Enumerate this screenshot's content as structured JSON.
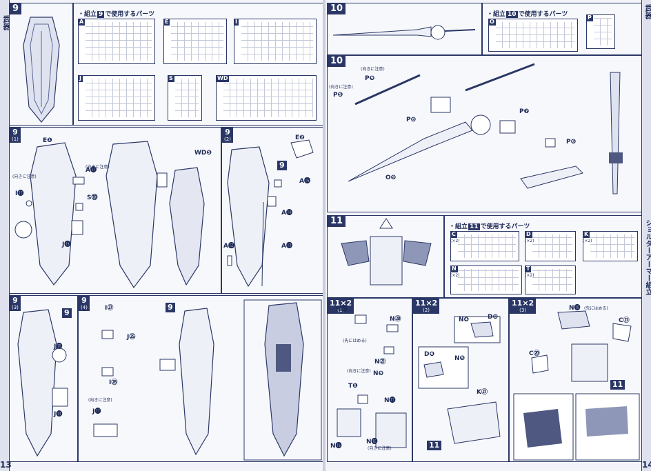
{
  "side_tabs": {
    "left": "武器",
    "right_top": "武器",
    "right_bottom": "ショルダーアーマー組立"
  },
  "page_numbers": {
    "left": "13",
    "right": "14"
  },
  "steps": {
    "s9": {
      "no": "9",
      "header_prefix": "・組立",
      "header_step": "9",
      "header_suffix": "で使用するパーツ"
    },
    "s9_1": {
      "no": "9",
      "sub": "(1)"
    },
    "s9_2": {
      "no": "9",
      "sub": "(2)"
    },
    "s9_3": {
      "no": "9",
      "sub": "(3)"
    },
    "s9_4": {
      "no": "9",
      "sub": "(4)"
    },
    "s10a": {
      "no": "10",
      "header_prefix": "・組立",
      "header_step": "10",
      "header_suffix": "で使用するパーツ"
    },
    "s10b": {
      "no": "10"
    },
    "s11": {
      "no": "11",
      "header_prefix": "・組立",
      "header_step": "11",
      "header_suffix": "で使用するパーツ"
    },
    "s11_1": {
      "no": "11",
      "mult": "×2",
      "sub": "(1)"
    },
    "s11_2": {
      "no": "11",
      "mult": "×2",
      "sub": "(2)"
    },
    "s11_3": {
      "no": "11",
      "mult": "×2",
      "sub": "(3)"
    }
  },
  "runners_9": [
    "A",
    "E",
    "I",
    "J",
    "S",
    "WD"
  ],
  "runners_10": [
    "O",
    "P"
  ],
  "runners_11": [
    {
      "label": "C",
      "qty": "(×2)"
    },
    {
      "label": "D",
      "qty": "(×2)"
    },
    {
      "label": "K",
      "qty": "(×2)"
    },
    {
      "label": "N",
      "qty": "(×2)"
    },
    {
      "label": "T",
      "qty": "(×2)"
    }
  ],
  "callouts": {
    "e1": "E❶",
    "a11": "A⓫",
    "s10": "S⓾",
    "i17": "I⓱",
    "j15": "J⓯",
    "wd5": "WD❺",
    "e2": "E❷",
    "a15": "A⓯",
    "a14": "A⓮",
    "a12": "A⓬",
    "a13": "A⓭",
    "step9": "9",
    "j18": "J⓲",
    "j14": "J⓮",
    "i27": "I㉗",
    "j25": "J㉕",
    "i26": "I㉖",
    "j17": "J⓱",
    "p9": "P❾",
    "p5": "P❺",
    "p8": "P❽",
    "p7": "P❼",
    "p6": "P❻",
    "o9": "O❾",
    "n19": "N⓳",
    "n20": "N⑳",
    "n21": "N㉑",
    "n9": "N❾",
    "t1": "T❶",
    "n17": "N⓱",
    "n15": "N⓯",
    "n16": "N⓰",
    "n4": "N❹",
    "d8": "D❽",
    "d6": "D❻",
    "n5": "N❺",
    "k27": "K㉗",
    "n18": "N⓲",
    "c21": "C㉑",
    "c20": "C⑳",
    "step11": "11"
  },
  "notes": {
    "orient": "(向きに注意)",
    "push_first": "(先にはめる)",
    "n18_first": "(先にはめる)"
  }
}
